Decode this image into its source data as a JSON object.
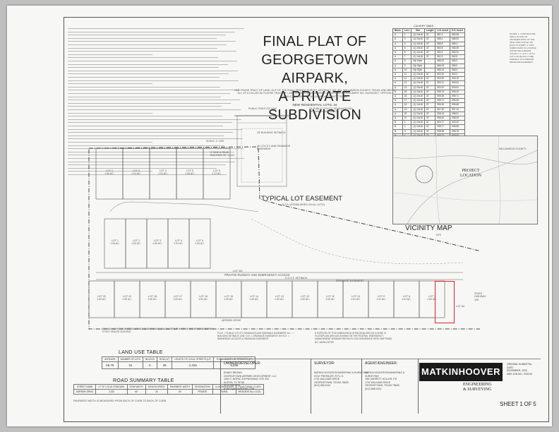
{
  "title": {
    "line1": "FINAL PLAT OF",
    "line2": "GEORGETOWN AIRPARK,",
    "line3": "A PRIVATE SUBDIVISION"
  },
  "subtitle": "ONE PHASE TRACT OF LAND, OUT OF THE ISAAC PEARCE SURVEY, ABSTRACT NO. 502, WILLIAMSON COUNTY, TEXAS, AND BEING ALL OF A CALLED 68.79 ACRE TRACT OF LAND AS DESCRIBED IN DEED OF RECORD IN DOCUMENT NO. 2022022527, OFFICIAL PUBLIC RECORDS OF WILLIAMSON COUNTY, TEXAS",
  "new_residential_lots": "NEW RESIDENTIAL LOTS: 34",
  "curve_table": {
    "title": "CULVERT TABLE",
    "headers": [
      "Block",
      "Lot #",
      "Size",
      "Length",
      "U.S. Invert",
      "D.S. Invert"
    ],
    "rows": [
      [
        "A",
        "2",
        "(1) 24x18",
        "22'",
        "581.3",
        "580.98"
      ],
      [
        "A",
        "3",
        "(1) 24x18",
        "22'",
        "586.4",
        "586.03"
      ],
      [
        "A",
        "4",
        "(1) 24x18",
        "22'",
        "585.8",
        "585.4"
      ],
      [
        "A",
        "5",
        "(1) 24x18",
        "22'",
        "583.8",
        "583.35"
      ],
      [
        "A",
        "6",
        "(1) 24x18",
        "22'",
        "583.2",
        "583.22"
      ],
      [
        "A",
        "7",
        "(1) 24x18",
        "22'",
        "582.9",
        "582.5"
      ],
      [
        "A",
        "8",
        "Dip Style",
        "",
        "585.22",
        "585.3"
      ],
      [
        "A",
        "9",
        "Dip Style",
        "",
        "586.03",
        "586.0"
      ],
      [
        "A",
        "10",
        "Dip Style",
        "",
        "585.22",
        "585.3"
      ],
      [
        "A",
        "11",
        "(1) 24x18",
        "22'",
        "592.42",
        "592.3"
      ],
      [
        "A",
        "12",
        "(1) 24x18",
        "22'",
        "593.30",
        "593.15"
      ],
      [
        "A",
        "13",
        "(1) 24x18",
        "22'",
        "593.11",
        "593.00"
      ],
      [
        "A",
        "14",
        "(1) 24x18",
        "22'",
        "593.37",
        "593.03"
      ],
      [
        "A",
        "15",
        "(1) 24x18",
        "22'",
        "595.74",
        "595.43"
      ],
      [
        "A",
        "16",
        "(1) 24x18",
        "22'",
        "596.06",
        "595.71"
      ],
      [
        "A",
        "17",
        "(1) 24x18",
        "22'",
        "596.71",
        "596.36"
      ],
      [
        "A",
        "18",
        "(1) 24x18",
        "22'",
        "596.30",
        "596.68"
      ],
      [
        "A",
        "19",
        "(1) 24x18",
        "22'",
        "597.29",
        "597.14"
      ],
      [
        "A",
        "20",
        "(1) 24x18",
        "22'",
        "598.13",
        "598.01"
      ],
      [
        "A",
        "21",
        "(1) 24x18",
        "22'",
        "598.42",
        "598.25"
      ],
      [
        "B",
        "1",
        "(1) 24x18",
        "22'",
        "600.17",
        "600.42"
      ],
      [
        "B",
        "2",
        "(1) 24x18",
        "22'",
        "598.77",
        "598.58"
      ],
      [
        "B",
        "3",
        "(1) 24x18",
        "22'",
        "598.96",
        "598.75"
      ],
      [
        "B",
        "4",
        "(1) 24x18",
        "22'",
        "599.22",
        "599.09"
      ],
      [
        "B",
        "5",
        "Dip Style",
        "",
        "602.60",
        "602.48"
      ],
      [
        "B",
        "6",
        "Dip Style",
        "",
        "602.62",
        "602.50"
      ]
    ]
  },
  "notes": "NOTES: 1. CONTRACTOR SHALL PLACE 3/4 CRUSHED ROCK AT THE INLET AND OUTLET OF EACH CULVERT. 2. THIS SUBDIVISION IS LOCATED WITHIN WILLIAMSON COUNTY. 3. LOT 1, LOT 2, LOT 3 OF BLOCK C ARE SUBJECT TO A PRIVATE DRAINAGE EASEMENT.",
  "vicinity_map": {
    "title": "VICINITY MAP",
    "sub": "NTS",
    "county_label": "WILLIAMSON COUNTY",
    "project_label": "PROJECT LOCATION"
  },
  "typical_lot_easement": {
    "title": "TYPICAL LOT EASEMENT",
    "sub": "N.T.S. (ESTABLISHED ON ALL LOTS)",
    "row_label": "PUBLIC RIGHT-OF-WAY",
    "setback": "25' BUILDING SETBACK",
    "utility": "15' UTILITY AND DRAINAGE EASEMENT",
    "side": "5' SIDE & REAR BUILDING SETBACK",
    "ded_row": "25' PUBLIC UTILITY, DRAINAGE AND SIDEWALK EASEMENT"
  },
  "plat_labels": {
    "private_runway": "PRIVATE RUNWAY AND EMERGENCY ACCESS",
    "lot_301": "LOT 301",
    "airpark_drive": "AIRPARK DRIVE",
    "drainage_easement": "DRAINAGE EASEMENT",
    "scale": "SCALE: 1\"=200'",
    "highway": "STATE HIGHWAY 195",
    "lot_a2": "LOT A2",
    "ocsf": "O.C.S.F. SETBACK"
  },
  "lots_top": [
    {
      "id": "LOT 2",
      "area": "1.00 AC."
    },
    {
      "id": "LOT 3",
      "area": "1.01 AC."
    },
    {
      "id": "LOT 4",
      "area": "1.01 AC."
    },
    {
      "id": "LOT 5",
      "area": "1.00 AC."
    },
    {
      "id": "LOT 6",
      "area": "1.17 AC."
    }
  ],
  "lots_mid": [
    {
      "id": "LOT 1",
      "area": "1.00 AC."
    },
    {
      "id": "LOT 2",
      "area": "1.00 AC."
    },
    {
      "id": "LOT 3",
      "area": "1.09 AC."
    },
    {
      "id": "LOT 4",
      "area": "1.01 AC."
    },
    {
      "id": "LOT 5",
      "area": "1.00 AC."
    }
  ],
  "lots_bottom": [
    {
      "id": "LOT 20",
      "area": "1.00 AC."
    },
    {
      "id": "LOT 19",
      "area": "1.00 AC."
    },
    {
      "id": "LOT 18",
      "area": "1.00 AC."
    },
    {
      "id": "LOT 17",
      "area": "1.00 AC."
    },
    {
      "id": "LOT 16",
      "area": "1.00 AC."
    },
    {
      "id": "LOT 15",
      "area": "1.00 AC."
    },
    {
      "id": "LOT 14",
      "area": "1.00 AC."
    },
    {
      "id": "LOT 13",
      "area": "1.00 AC."
    },
    {
      "id": "LOT 12",
      "area": "1.00 AC."
    },
    {
      "id": "LOT 11",
      "area": "1.00 AC."
    },
    {
      "id": "LOT 10",
      "area": "1.01 AC."
    },
    {
      "id": "LOT 9",
      "area": "1.01 AC."
    },
    {
      "id": "LOT 8",
      "area": "1.01 AC."
    },
    {
      "id": "LOT 7",
      "area": "1.00 AC."
    }
  ],
  "land_use_table": {
    "title": "LAND USE TABLE",
    "headers": [
      "ACREAGE",
      "NUMBER OF LOTS",
      "BLOCKS",
      "ROW (LF)",
      "LENGTH OF LOCAL STREETS (LF)",
      "TOTAL LENGTH OF STREETS (LF)"
    ],
    "values": [
      "68.79",
      "34",
      "5",
      "39",
      "2,425",
      "5,696"
    ]
  },
  "road_summary_table": {
    "title": "ROAD SUMMARY TABLE",
    "headers": [
      "STREET NAME",
      "LF OF LOCAL ROADWAY",
      "ROW WIDTH",
      "DESIGN SPEED",
      "PAVEMENT WIDTH",
      "DESIGNATION",
      "CLASSIFICATION",
      "FUNCTIONAL CLASS"
    ],
    "values": [
      "AIRPARK DRIVE",
      "2,425",
      "60'",
      "25",
      "26'",
      "PRIVATE",
      "RURAL",
      "RESIDENTIAL LOCAL"
    ],
    "note": "PAVEMENT WIDTH IS MEASURED FROM BACK OF CURB TO BACK OF CURB."
  },
  "title_block": {
    "owner_label": "OWNER/DEVELOPER:",
    "owner_text": "RANDY BROWN\nGEORGETOWN AIRPARK DEVELOPMENT, LLC\n1500 S. MOPAC EXPRESSWAY, STE 400\nAUSTIN, TX 78746\n(512) 555-0000\nRANDY@GTAIRPARK.COM",
    "surveyor_label": "SURVEYOR:",
    "surveyor_text": "MATKIN HOOVER ENGINEERING & SURVEYING\nKYLE PRESSLER, R.P.L.S.\n1701 WILLIAMS DRIVE\nGEORGETOWN, TEXAS 78628\n(512) 868-2244",
    "engineer_label": "AGENT/ENGINEER:",
    "engineer_text": "MATKIN HOOVER ENGINEERING & SURVEYING\nJOE GARRETT HOLLER, P.E.\n1701 WILLIAMS DRIVE\nGEORGETOWN, TEXAS 78628\n(512) 868-2244"
  },
  "logo": {
    "text": "MATKINHOOVER",
    "sub1": "ENGINEERING",
    "sub2": "& SURVEYING"
  },
  "submittal": {
    "original": "ORIGINAL SUBMITTAL DATE:",
    "date": "DECEMBER, 2023",
    "job": "MHS JOB NO.: 2320.00"
  },
  "sheet": {
    "label": "SHEET",
    "num": "1",
    "of": "OF",
    "total": "5"
  },
  "legend_text": "P.U.E. = PUBLIC UTILITY, DRAINAGE AND SIDEWALK EASEMENT; B.L. = BUILDING SETBACK LINE; D.E. = DRAINAGE EASEMENT; W.F.D.E. = WINNEBAGO ACCESS & DRAINAGE EASEMENT",
  "fema_text": "A PORTION OF THIS SUBDIVISION IS ENCROACHED BY A ZONE 'A' FLOODPLAIN AREA AS SHOWN ON THE FEDERAL EMERGENCY MANAGEMENT ADMINISTRATION FLOOD INSURANCE RATE MAP PANEL NO. 48491C0275F.",
  "atlas_text": "ATLAS 14 100 YEAR WATER SURFACE ELEVATION AS CALCULATED BY MATKIN HOOVER ENGINEERING STUDY SEALED 11/30/2022"
}
